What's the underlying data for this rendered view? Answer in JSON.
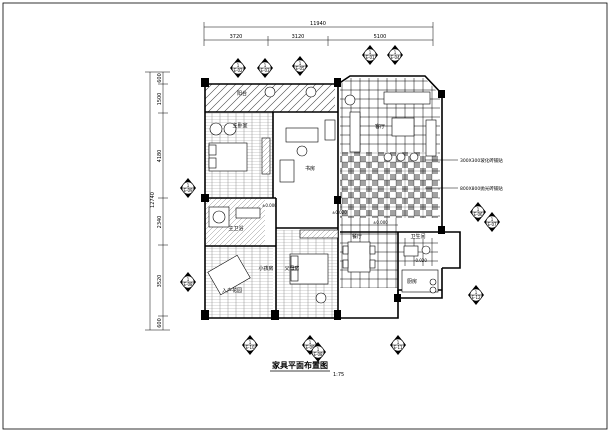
{
  "drawing": {
    "title": "家具平面布置图",
    "scale": "1:75"
  },
  "dimensions": {
    "top_total": "11940",
    "top_segments": [
      "3720",
      "3120",
      "5100"
    ],
    "left_total": "12740",
    "left_segments": [
      "600",
      "1500",
      "4180",
      "2340",
      "3520",
      "600"
    ]
  },
  "rooms": {
    "balcony_top": "阳台",
    "master_bedroom": "主卧室",
    "study": "书房",
    "living_room": "客厅",
    "master_bath": "主卫浴",
    "child_bedroom": "小孩房",
    "guest_bedroom": "父母房",
    "dining_room": "餐厅",
    "public_bath": "卫生间",
    "kitchen": "厨房",
    "entrance": "入户花园"
  },
  "level_marks": [
    "±0.000",
    "±0.020",
    "±0.000",
    "-0.020"
  ],
  "notes": [
    "300X300玻化砖铺贴",
    "800X800抛光砖铺贴"
  ],
  "markers": {
    "top": [
      "1|E-02",
      "1|E-03",
      "1|E-05",
      "1|E-01",
      "1|E-04"
    ],
    "left": [
      "1|E-09",
      "1|E-08"
    ],
    "right": [
      "1|E-06",
      "1|E-07",
      "1|E-12"
    ],
    "bottom": [
      "1|E-10",
      "1|E-09",
      "1|E-08",
      "1|E-11"
    ]
  }
}
